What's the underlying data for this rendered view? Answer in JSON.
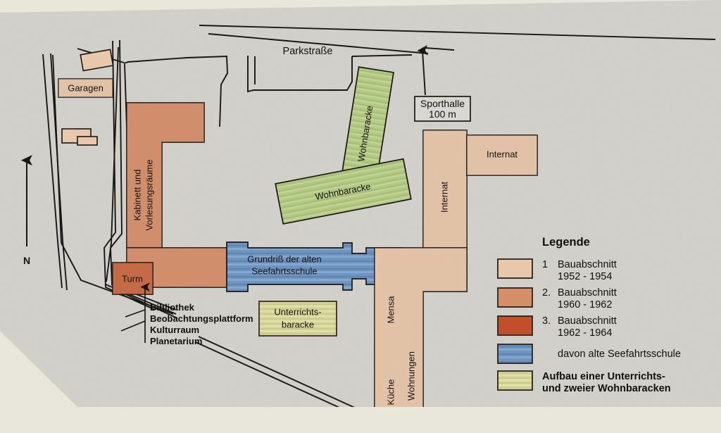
{
  "meta": {
    "kind": "historical-site-plan",
    "compass_label": "N"
  },
  "colors": {
    "paper": "#d9d7d1",
    "backdrop": "#e9e7dc",
    "phase1_tan": "#e8c7aa",
    "phase2_salmon": "#d58f68",
    "phase3_rust": "#c0502a",
    "old_school_blue": "#6e95c1",
    "barrack_green": "#b5cb8a",
    "barrack_olive": "#d7d79a",
    "ink": "#1a1614"
  },
  "streets": [
    {
      "name": "Parkstraße",
      "label": "Parkstraße"
    }
  ],
  "callout": {
    "line1": "Sporthalle",
    "line2": "100 m"
  },
  "buildings": [
    {
      "id": "garagen",
      "label": "Garagen",
      "phase": "1",
      "orientation": "horizontal"
    },
    {
      "id": "garage-small-top",
      "label": "",
      "phase": "1",
      "orientation": "horizontal"
    },
    {
      "id": "garage-small-mid",
      "label": "",
      "phase": "1",
      "orientation": "horizontal"
    },
    {
      "id": "kabinett",
      "label": "Kabinett und\nVorlesungsräume",
      "phase": "2",
      "orientation": "vertical"
    },
    {
      "id": "turm",
      "label": "Turm",
      "phase": "3",
      "orientation": "horizontal"
    },
    {
      "id": "hauptriegel",
      "label": "",
      "phase": "2",
      "orientation": "horizontal"
    },
    {
      "id": "grundriss",
      "label": "Grundriß der alten\nSeefahrtsschule",
      "phase": "blau",
      "orientation": "horizontal"
    },
    {
      "id": "internat-vert",
      "label": "Internat",
      "phase": "1",
      "orientation": "vertical"
    },
    {
      "id": "internat-horz",
      "label": "Internat",
      "phase": "1",
      "orientation": "horizontal"
    },
    {
      "id": "mensa-kueche",
      "label": "Mensa",
      "phase": "1",
      "orientation": "vertical"
    },
    {
      "id": "kueche",
      "label": "Küche",
      "phase": "1",
      "orientation": "vertical"
    },
    {
      "id": "wohnungen",
      "label": "Wohnungen",
      "phase": "1",
      "orientation": "vertical"
    },
    {
      "id": "wohnbaracke-1",
      "label": "Wohnbaracke",
      "phase": "baracke",
      "orientation": "diagonal"
    },
    {
      "id": "wohnbaracke-2",
      "label": "Wohnbaracke",
      "phase": "baracke",
      "orientation": "diagonal"
    },
    {
      "id": "unterrichtsbaracke",
      "label": "Unterrichts-\nbaracke",
      "phase": "baracke",
      "orientation": "horizontal"
    }
  ],
  "building_text": {
    "garagen": "Garagen",
    "kabinett_line1": "Kabinett und",
    "kabinett_line2": "Vorlesungsräume",
    "turm": "Turm",
    "grundriss_line1": "Grundriß der alten",
    "grundriss_line2": "Seefahrtsschule",
    "internat_vertical": "Internat",
    "internat_horizontal": "Internat",
    "mensa": "Mensa",
    "kueche": "Küche",
    "wohnungen": "Wohnungen",
    "wohnbaracke_diag": "Wohnbaracke",
    "wohnbaracke_horz": "Wohnbaracke",
    "unterrichts_line1": "Unterrichts-",
    "unterrichts_line2": "baracke"
  },
  "turm_annotations": [
    "Bibliothek",
    "Beobachtungsplattform",
    "Kulturraum",
    "Planetarium"
  ],
  "legend": {
    "title": "Legende",
    "items": [
      {
        "swatch": "#e8c7aa",
        "num": "1",
        "line1": "Bauabschnitt",
        "line2": "1952 - 1954",
        "bold": false
      },
      {
        "swatch": "#d58f68",
        "num": "2.",
        "line1": "Bauabschnitt",
        "line2": "1960 - 1962",
        "bold": false
      },
      {
        "swatch": "#c0502a",
        "num": "3.",
        "line1": "Bauabschnitt",
        "line2": "1962 - 1964",
        "bold": false
      },
      {
        "swatch": "#6e95c1",
        "num": "",
        "line1": "davon alte Seefahrtsschule",
        "line2": "",
        "bold": false
      },
      {
        "swatch": "#d7d79a",
        "num": "",
        "line1": "Aufbau einer Unterrichts-",
        "line2": "und zweier Wohnbaracken",
        "bold": true
      }
    ]
  }
}
